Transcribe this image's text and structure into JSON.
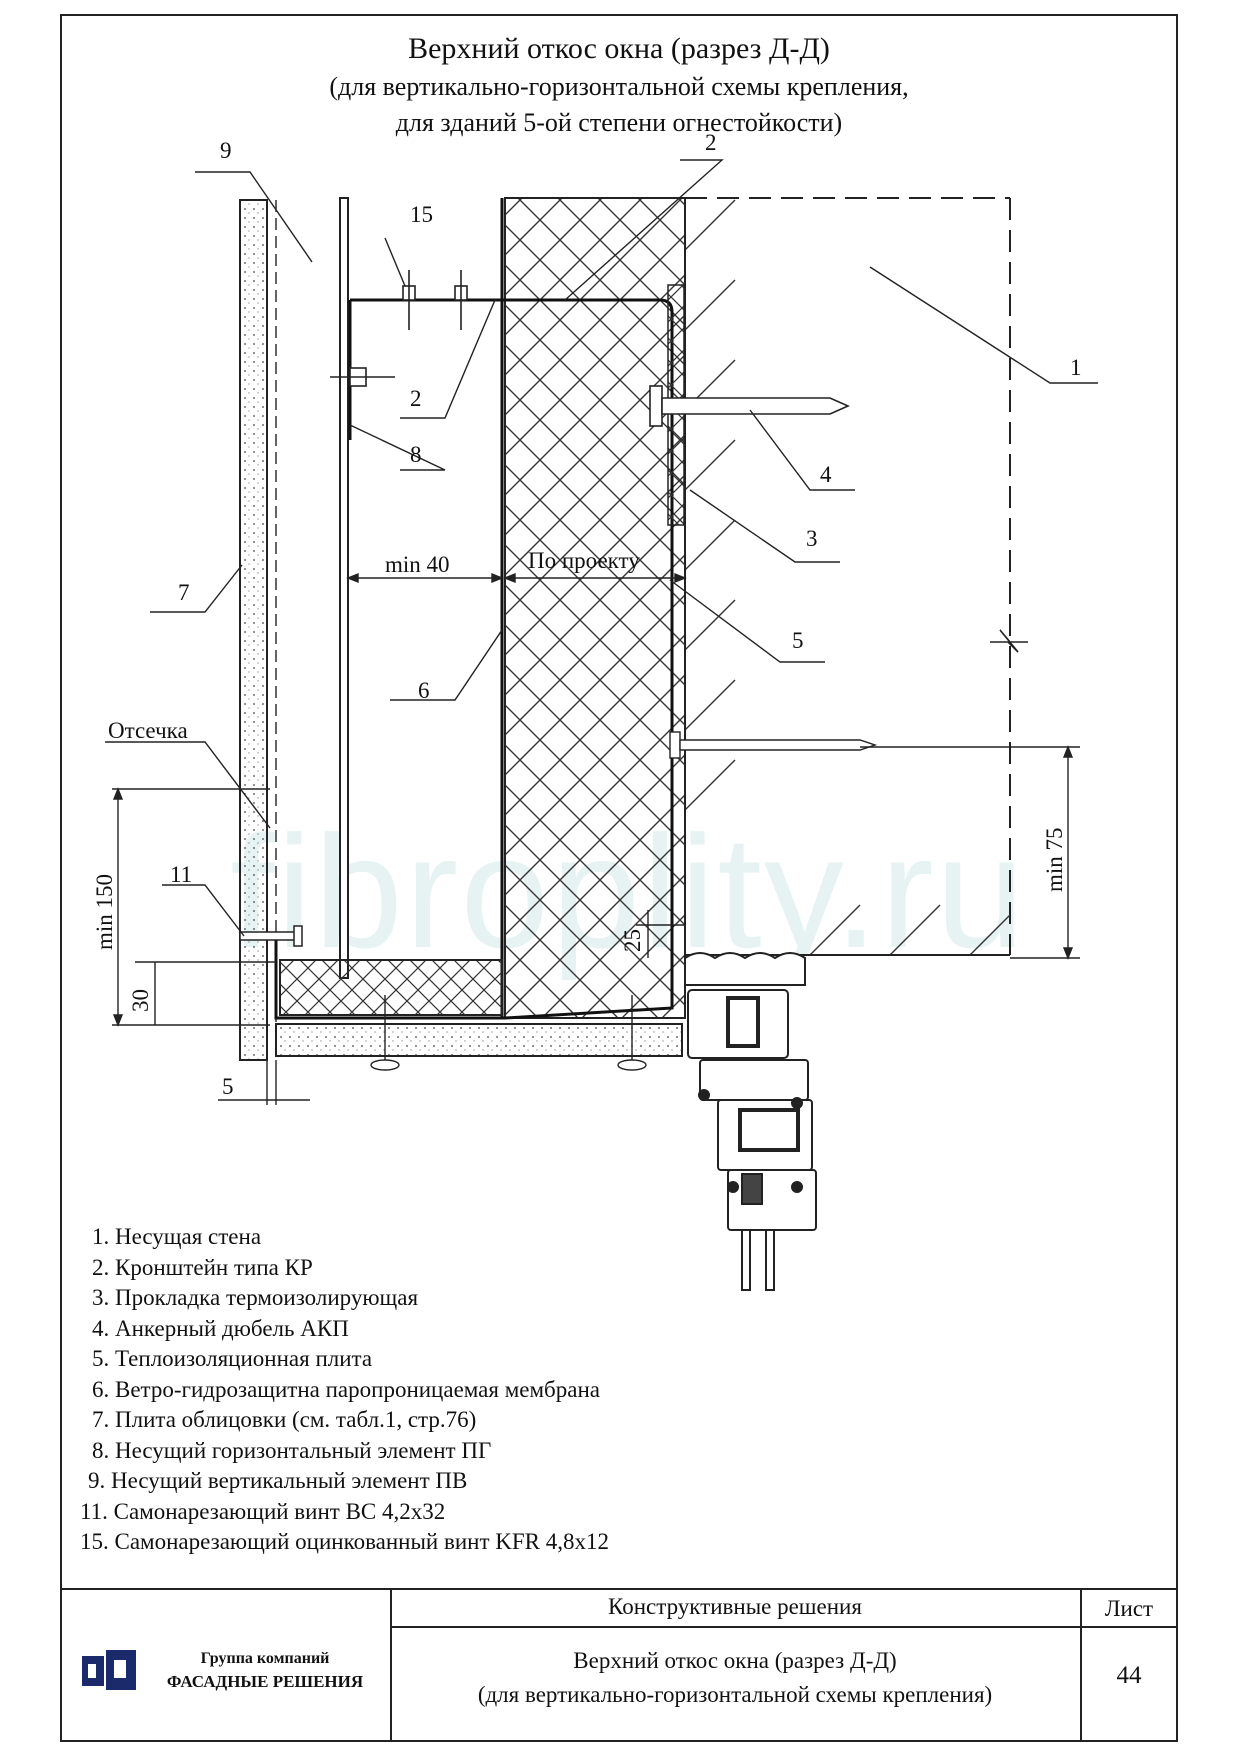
{
  "title": {
    "line1": "Верхний откос окна (разрез Д-Д)",
    "line2": "(для вертикально-горизонтальной схемы крепления,",
    "line3": "для зданий 5-ой степени огнестойкости)"
  },
  "callouts": {
    "c1": "1",
    "c2_top": "2",
    "c2_mid": "2",
    "c3": "3",
    "c4": "4",
    "c5": "5",
    "c6": "6",
    "c7": "7",
    "c8": "8",
    "c9": "9",
    "c11": "11",
    "c15": "15"
  },
  "dimensions": {
    "min40": "min 40",
    "po_proektu": "По проекту",
    "otsechka": "Отсечка",
    "min150": "min 150",
    "min75": "min 75",
    "d25": "25",
    "d30": "30",
    "d5": "5"
  },
  "legend": [
    "1. Несущая стена",
    "2. Кронштейн типа КР",
    "3. Прокладка термоизолирующая",
    "4. Анкерный дюбель АКП",
    "5. Теплоизоляционная плита",
    "6. Ветро-гидрозащитна паропроницаемая мембрана",
    "7. Плита облицовки  (см. табл.1, стр.76)",
    "8. Несущий горизонтальный элемент ПГ",
    "9. Несущий вертикальный элемент ПВ",
    "11. Самонарезающий  винт ВС 4,2х32",
    "15. Самонарезающий оцинкованный винт KFR 4,8х12"
  ],
  "stamp": {
    "company_line1": "Группа компаний",
    "company_line2": "ФАСАДНЫЕ РЕШЕНИЯ",
    "section": "Конструктивные решения",
    "sheet_label": "Лист",
    "sheet_number": "44",
    "name_line1": "Верхний откос окна (разрез Д-Д)",
    "name_line2": "(для вертикально-горизонтальной схемы крепления)"
  },
  "watermark": "fibroplity.ru"
}
